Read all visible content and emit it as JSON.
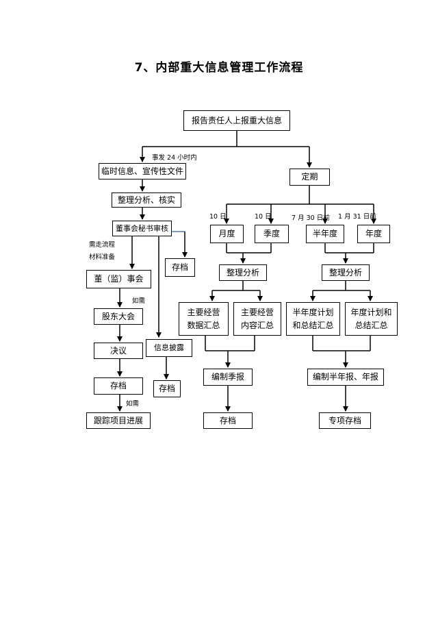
{
  "title": "7、内部重大信息管理工作流程",
  "boxes": {
    "report": "报告责任人上报重大信息",
    "temp_info": "临时信息、宣传性文件",
    "analyze_verify": "整理分析、核实",
    "secretary_review": "董事会秘书审核",
    "archive_right": "存档",
    "board": "董（监）事会",
    "shareholders": "股东大会",
    "resolution": "决议",
    "archive_left": "存档",
    "track": "跟踪项目进展",
    "disclosure": "信息披露",
    "archive_disclosure": "存档",
    "periodic": "定期",
    "monthly": "月度",
    "quarterly": "季度",
    "half_year": "半年度",
    "annual": "年度",
    "analyze_left": "整理分析",
    "analyze_right": "整理分析",
    "ops_data_1": "主要经营",
    "ops_data_2": "数据汇总",
    "ops_content_1": "主要经营",
    "ops_content_2": "内容汇总",
    "half_plan_1": "半年度计划",
    "half_plan_2": "和总结汇总",
    "annual_plan_1": "年度计划和",
    "annual_plan_2": "总结汇总",
    "quarterly_report": "编制季报",
    "half_annual_report": "编制半年报、年报",
    "archive_quarterly": "存档",
    "special_archive": "专项存档"
  },
  "labels": {
    "within_24h": "事发 24 小时内",
    "process_needed": "需走流程",
    "prepare_materials": "材料准备",
    "if_needed_1": "如需",
    "if_needed_2": "如需",
    "day_10_a": "10 日",
    "day_10_b": "10 日",
    "july_30": "7 月 30 日前",
    "jan_31": "1 月 31 日前"
  }
}
